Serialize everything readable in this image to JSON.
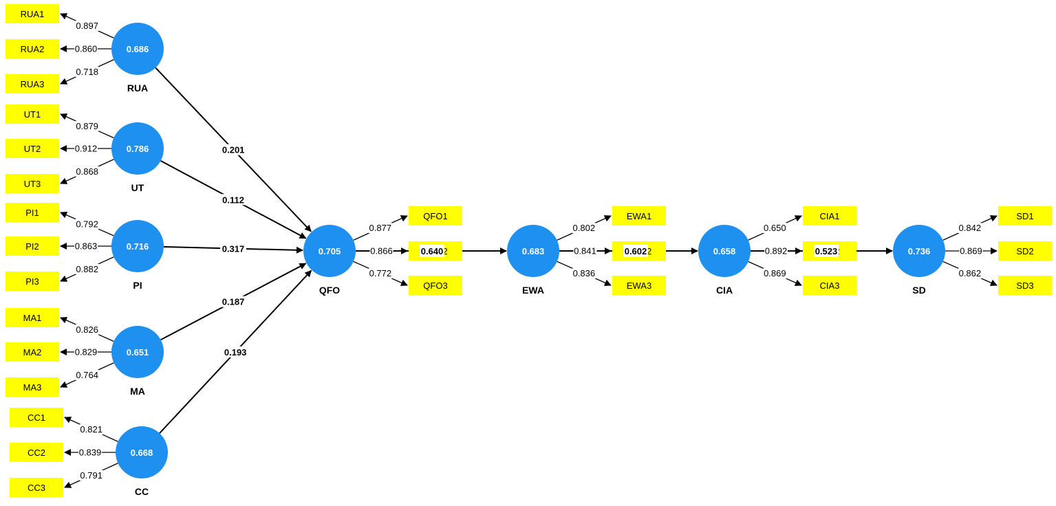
{
  "colors": {
    "construct": "#1e90f0",
    "indicator": "#ffff00",
    "edge": "#000000"
  },
  "constructs": [
    {
      "id": "RUA",
      "label": "RUA",
      "value": "0.686"
    },
    {
      "id": "UT",
      "label": "UT",
      "value": "0.786"
    },
    {
      "id": "PI",
      "label": "PI",
      "value": "0.716"
    },
    {
      "id": "MA",
      "label": "MA",
      "value": "0.651"
    },
    {
      "id": "CC",
      "label": "CC",
      "value": "0.668"
    },
    {
      "id": "QFO",
      "label": "QFO",
      "value": "0.705"
    },
    {
      "id": "EWA",
      "label": "EWA",
      "value": "0.683"
    },
    {
      "id": "CIA",
      "label": "CIA",
      "value": "0.658"
    },
    {
      "id": "SD",
      "label": "SD",
      "value": "0.736"
    }
  ],
  "indicators": [
    {
      "name": "RUA1",
      "construct": "RUA",
      "loading": "0.897"
    },
    {
      "name": "RUA2",
      "construct": "RUA",
      "loading": "0.860"
    },
    {
      "name": "RUA3",
      "construct": "RUA",
      "loading": "0.718"
    },
    {
      "name": "UT1",
      "construct": "UT",
      "loading": "0.879"
    },
    {
      "name": "UT2",
      "construct": "UT",
      "loading": "0.912"
    },
    {
      "name": "UT3",
      "construct": "UT",
      "loading": "0.868"
    },
    {
      "name": "PI1",
      "construct": "PI",
      "loading": "0.792"
    },
    {
      "name": "PI2",
      "construct": "PI",
      "loading": "0.863"
    },
    {
      "name": "PI3",
      "construct": "PI",
      "loading": "0.882"
    },
    {
      "name": "MA1",
      "construct": "MA",
      "loading": "0.826"
    },
    {
      "name": "MA2",
      "construct": "MA",
      "loading": "0.829"
    },
    {
      "name": "MA3",
      "construct": "MA",
      "loading": "0.764"
    },
    {
      "name": "CC1",
      "construct": "CC",
      "loading": "0.821"
    },
    {
      "name": "CC2",
      "construct": "CC",
      "loading": "0.839"
    },
    {
      "name": "CC3",
      "construct": "CC",
      "loading": "0.791"
    },
    {
      "name": "QFO1",
      "construct": "QFO",
      "loading": "0.877"
    },
    {
      "name": "QFO2",
      "construct": "QFO",
      "loading": "0.866",
      "overlay": "0.640"
    },
    {
      "name": "QFO3",
      "construct": "QFO",
      "loading": "0.772"
    },
    {
      "name": "EWA1",
      "construct": "EWA",
      "loading": "0.802"
    },
    {
      "name": "EWA2",
      "construct": "EWA",
      "loading": "0.841",
      "overlay": "0.602"
    },
    {
      "name": "EWA3",
      "construct": "EWA",
      "loading": "0.836"
    },
    {
      "name": "CIA1",
      "construct": "CIA",
      "loading": "0.650"
    },
    {
      "name": "CIA2",
      "construct": "CIA",
      "loading": "0.892",
      "overlay": "0.523"
    },
    {
      "name": "CIA3",
      "construct": "CIA",
      "loading": "0.869"
    },
    {
      "name": "SD1",
      "construct": "SD",
      "loading": "0.842"
    },
    {
      "name": "SD2",
      "construct": "SD",
      "loading": "0.869"
    },
    {
      "name": "SD3",
      "construct": "SD",
      "loading": "0.862"
    }
  ],
  "paths": [
    {
      "from": "RUA",
      "to": "QFO",
      "coefficient": "0.201"
    },
    {
      "from": "UT",
      "to": "QFO",
      "coefficient": "0.112"
    },
    {
      "from": "PI",
      "to": "QFO",
      "coefficient": "0.317"
    },
    {
      "from": "MA",
      "to": "QFO",
      "coefficient": "0.187"
    },
    {
      "from": "CC",
      "to": "QFO",
      "coefficient": "0.193"
    },
    {
      "from": "QFO",
      "to": "EWA",
      "coefficient": ""
    },
    {
      "from": "EWA",
      "to": "CIA",
      "coefficient": ""
    },
    {
      "from": "CIA",
      "to": "SD",
      "coefficient": ""
    }
  ]
}
